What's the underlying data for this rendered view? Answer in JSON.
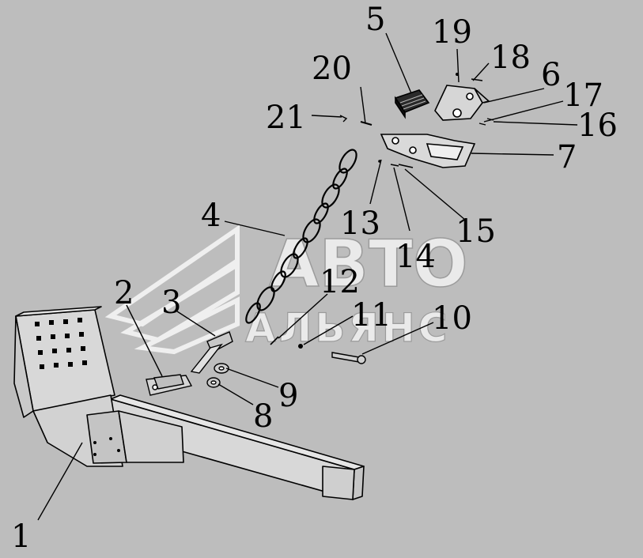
{
  "watermark": {
    "line1": "АВТО",
    "line2": "АЛЬЯНС"
  },
  "callouts": [
    {
      "id": "1",
      "text": "1"
    },
    {
      "id": "2",
      "text": "2"
    },
    {
      "id": "3",
      "text": "3"
    },
    {
      "id": "4",
      "text": "4"
    },
    {
      "id": "5",
      "text": "5"
    },
    {
      "id": "6",
      "text": "6"
    },
    {
      "id": "7",
      "text": "7"
    },
    {
      "id": "8",
      "text": "8"
    },
    {
      "id": "9",
      "text": "9"
    },
    {
      "id": "10",
      "text": "10"
    },
    {
      "id": "11",
      "text": "11"
    },
    {
      "id": "12",
      "text": "12"
    },
    {
      "id": "13",
      "text": "13"
    },
    {
      "id": "14",
      "text": "14"
    },
    {
      "id": "15",
      "text": "15"
    },
    {
      "id": "16",
      "text": "16"
    },
    {
      "id": "17",
      "text": "17"
    },
    {
      "id": "18",
      "text": "18"
    },
    {
      "id": "19",
      "text": "19"
    },
    {
      "id": "20",
      "text": "20"
    },
    {
      "id": "21",
      "text": "21"
    }
  ],
  "colors": {
    "background": "#bdbdbd",
    "line": "#000000",
    "part_fill": "#d8d8d8",
    "watermark": "#f2f2f2"
  }
}
